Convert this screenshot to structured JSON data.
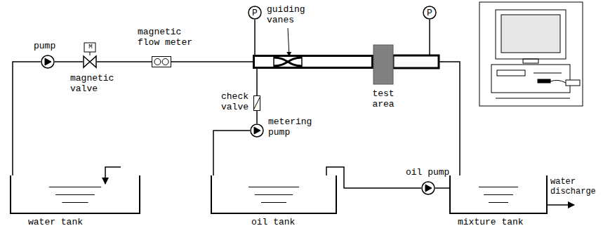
{
  "diagram": {
    "nodes": [
      {
        "text": [
          "water tank"
        ]
      },
      {
        "text": [
          "pump"
        ]
      },
      {
        "text": [
          "magnetic valve"
        ]
      },
      {
        "text": [
          "magnetic flow meter"
        ]
      },
      {
        "text": [
          "guiding vanes"
        ]
      },
      {
        "text": [
          "test area"
        ]
      },
      {
        "text": [
          "P"
        ]
      },
      {
        "text": [
          "P"
        ]
      },
      {
        "text": [
          "check valve"
        ]
      },
      {
        "text": [
          "metering pump"
        ]
      },
      {
        "text": [
          "oil tank"
        ]
      },
      {
        "text": [
          "oil pump"
        ]
      },
      {
        "text": [
          "mixture tank"
        ]
      }
    ],
    "edges": [
      {
        "from": 0,
        "to": 1,
        "arrow": "none"
      },
      {
        "from": 1,
        "to": 2,
        "arrow": "none"
      },
      {
        "from": 2,
        "to": 3,
        "arrow": "none"
      },
      {
        "from": 3,
        "to": 4,
        "arrow": "none"
      },
      {
        "from": 6,
        "to": 4,
        "arrow": "none"
      },
      {
        "from": 9,
        "to": 8,
        "arrow": "none"
      },
      {
        "from": 8,
        "to": 4,
        "arrow": "none"
      },
      {
        "from": 10,
        "to": 9,
        "arrow": "none"
      },
      {
        "from": 10,
        "to": 11,
        "arrow": "none"
      },
      {
        "from": 11,
        "to": 12,
        "arrow": "none"
      },
      {
        "from": 5,
        "to": 12,
        "arrow": "none"
      }
    ],
    "labels": [
      "M",
      "water discharge"
    ]
  }
}
